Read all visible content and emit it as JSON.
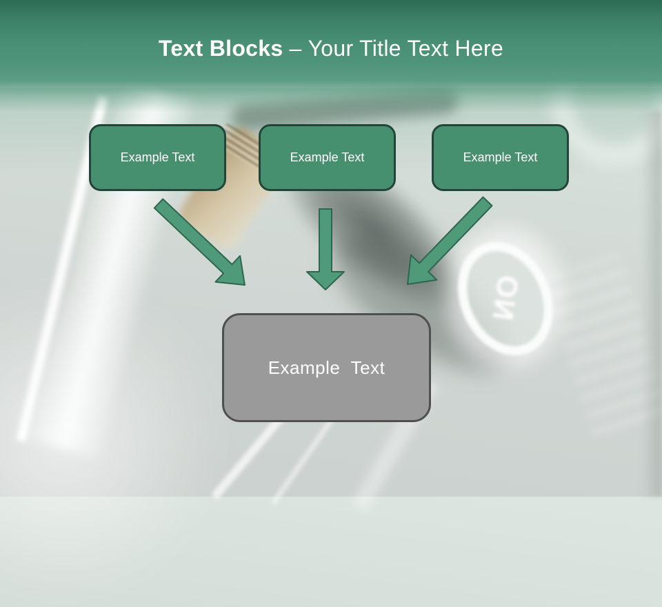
{
  "slide": {
    "header": {
      "title_bold": "Text Blocks",
      "title_separator": "–",
      "title_regular": "Your Title Text Here"
    },
    "blocks": [
      {
        "label": "Example Text"
      },
      {
        "label": "Example Text"
      },
      {
        "label": "Example Text"
      }
    ],
    "result_block": {
      "label": "Example Text"
    },
    "background": {
      "dial_label": "ON"
    },
    "colors": {
      "band_green_dark": "#2C6C52",
      "band_green": "#4F957B",
      "block_fill": "#47906F",
      "block_border": "#234539",
      "arrow_fill": "#4F9B79",
      "arrow_border": "#2E6550",
      "result_fill": "#9A9A9A",
      "result_border": "#4F4F4F",
      "text": "#FFFFFF"
    }
  }
}
